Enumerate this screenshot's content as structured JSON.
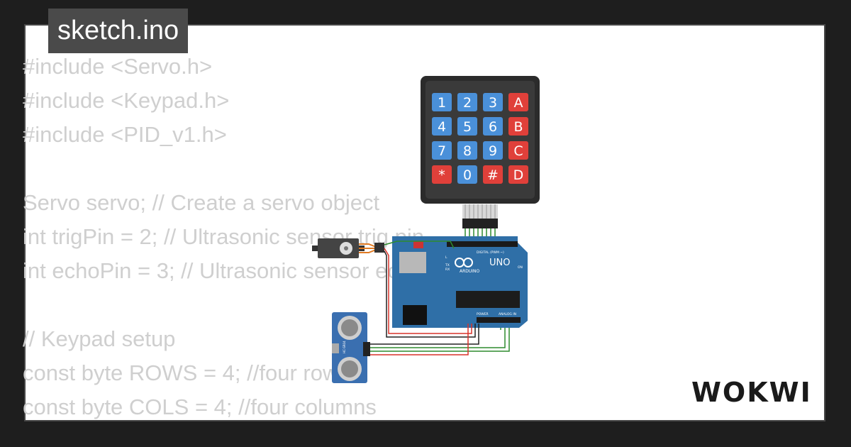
{
  "title": "sketch.ino",
  "code_lines": [
    "#include <Servo.h>",
    "#include <Keypad.h>",
    "#include <PID_v1.h>",
    "",
    "Servo servo; // Create a servo object",
    "int trigPin = 2; // Ultrasonic sensor trig pin",
    "int echoPin = 3; // Ultrasonic sensor echo pin",
    "",
    "// Keypad setup",
    "const byte ROWS = 4; //four rows",
    "const byte COLS = 4; //four columns"
  ],
  "keypad": {
    "keys": [
      "1",
      "2",
      "3",
      "A",
      "4",
      "5",
      "6",
      "B",
      "7",
      "8",
      "9",
      "C",
      "*",
      "0",
      "#",
      "D"
    ],
    "key_colors": {
      "number": "#4a90d9",
      "special": "#e0403a"
    }
  },
  "arduino": {
    "model": "UNO",
    "brand": "ARDUINO",
    "labels": {
      "digital": "DIGITAL (PWM ~)",
      "power": "POWER",
      "analog": "ANALOG IN",
      "on": "ON",
      "tx": "TX",
      "rx": "RX",
      "l": "L"
    }
  },
  "sensor": {
    "label": "HC-SR04"
  },
  "brand": {
    "logo_text": "WOKWI"
  },
  "colors": {
    "board": "#2f6fa7",
    "wire_green": "#2e8b2e",
    "wire_red": "#d9342b",
    "wire_black": "#222222",
    "background": "#1e1e1e",
    "card": "#ffffff",
    "code_text": "#cfcfcf"
  }
}
